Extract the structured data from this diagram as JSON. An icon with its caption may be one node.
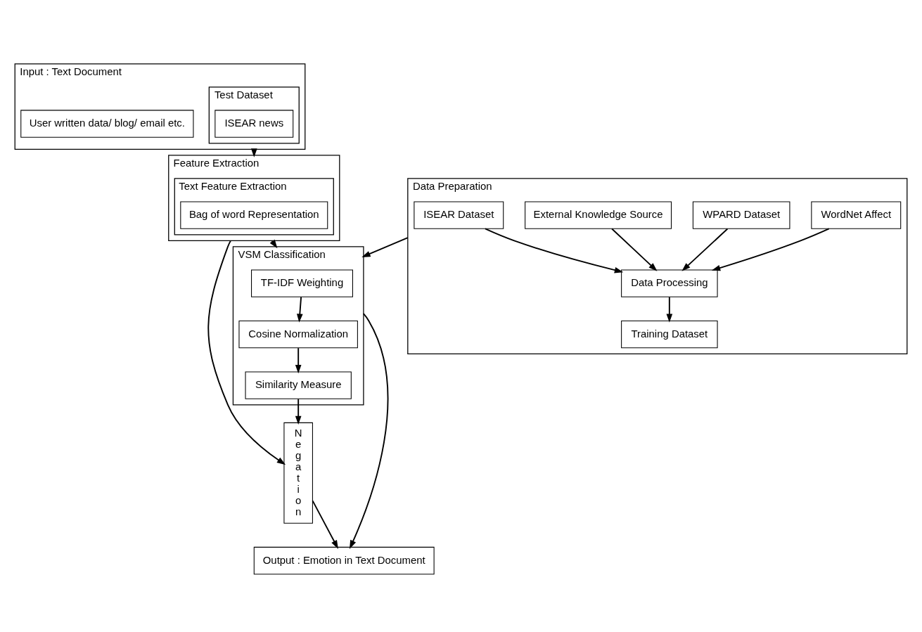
{
  "diagram": {
    "nodes": [
      {
        "text": [
          "Input : Text Document"
        ]
      },
      {
        "text": [
          "Test Dataset"
        ],
        "in": 0
      },
      {
        "text": [
          "ISEAR news"
        ],
        "in": 1
      },
      {
        "text": [
          "User written data/ blog/ email etc."
        ],
        "in": 0
      },
      {
        "text": [
          "Feature Extraction"
        ]
      },
      {
        "text": [
          "Text Feature Extraction"
        ],
        "in": 4
      },
      {
        "text": [
          "Bag of word Representation"
        ],
        "in": 5
      },
      {
        "text": [
          "Data Preparation"
        ]
      },
      {
        "text": [
          "ISEAR Dataset"
        ],
        "in": 7
      },
      {
        "text": [
          "WordNet Affect"
        ],
        "in": 7
      },
      {
        "text": [
          "WPARD Dataset"
        ],
        "in": 7
      },
      {
        "text": [
          "Data Processing"
        ],
        "in": 7
      },
      {
        "text": [
          "Training Dataset"
        ],
        "in": 7
      },
      {
        "text": [
          "External Knowledge Source"
        ],
        "in": 7
      },
      {
        "text": [
          "VSM Classification"
        ]
      },
      {
        "text": [
          "TF-IDF Weighting"
        ],
        "in": 14
      },
      {
        "text": [
          "Cosine Normalization"
        ],
        "in": 14
      },
      {
        "text": [
          "Similarity Measure"
        ],
        "in": 14
      },
      {
        "text": [
          "Negation"
        ]
      },
      {
        "text": [
          "Output : Emotion in Text Document"
        ]
      }
    ],
    "edges": [
      {
        "from": 0,
        "to": 4,
        "arrow": "to"
      },
      {
        "from": 8,
        "to": 11,
        "arrow": "to"
      },
      {
        "from": 9,
        "to": 11,
        "arrow": "to"
      },
      {
        "from": 10,
        "to": 11,
        "arrow": "to"
      },
      {
        "from": 11,
        "to": 12,
        "arrow": "to"
      },
      {
        "from": 13,
        "to": 11,
        "arrow": "to"
      },
      {
        "from": 7,
        "to": 14,
        "arrow": "to"
      },
      {
        "from": 4,
        "to": 14,
        "arrow": "to"
      },
      {
        "from": 4,
        "to": 18,
        "arrow": "to"
      },
      {
        "from": 15,
        "to": 16,
        "arrow": "to"
      },
      {
        "from": 16,
        "to": 17,
        "arrow": "to"
      },
      {
        "from": 17,
        "to": 18,
        "arrow": "to"
      },
      {
        "from": 14,
        "to": 19,
        "arrow": "to"
      },
      {
        "from": 18,
        "to": 19,
        "arrow": "to"
      }
    ]
  }
}
